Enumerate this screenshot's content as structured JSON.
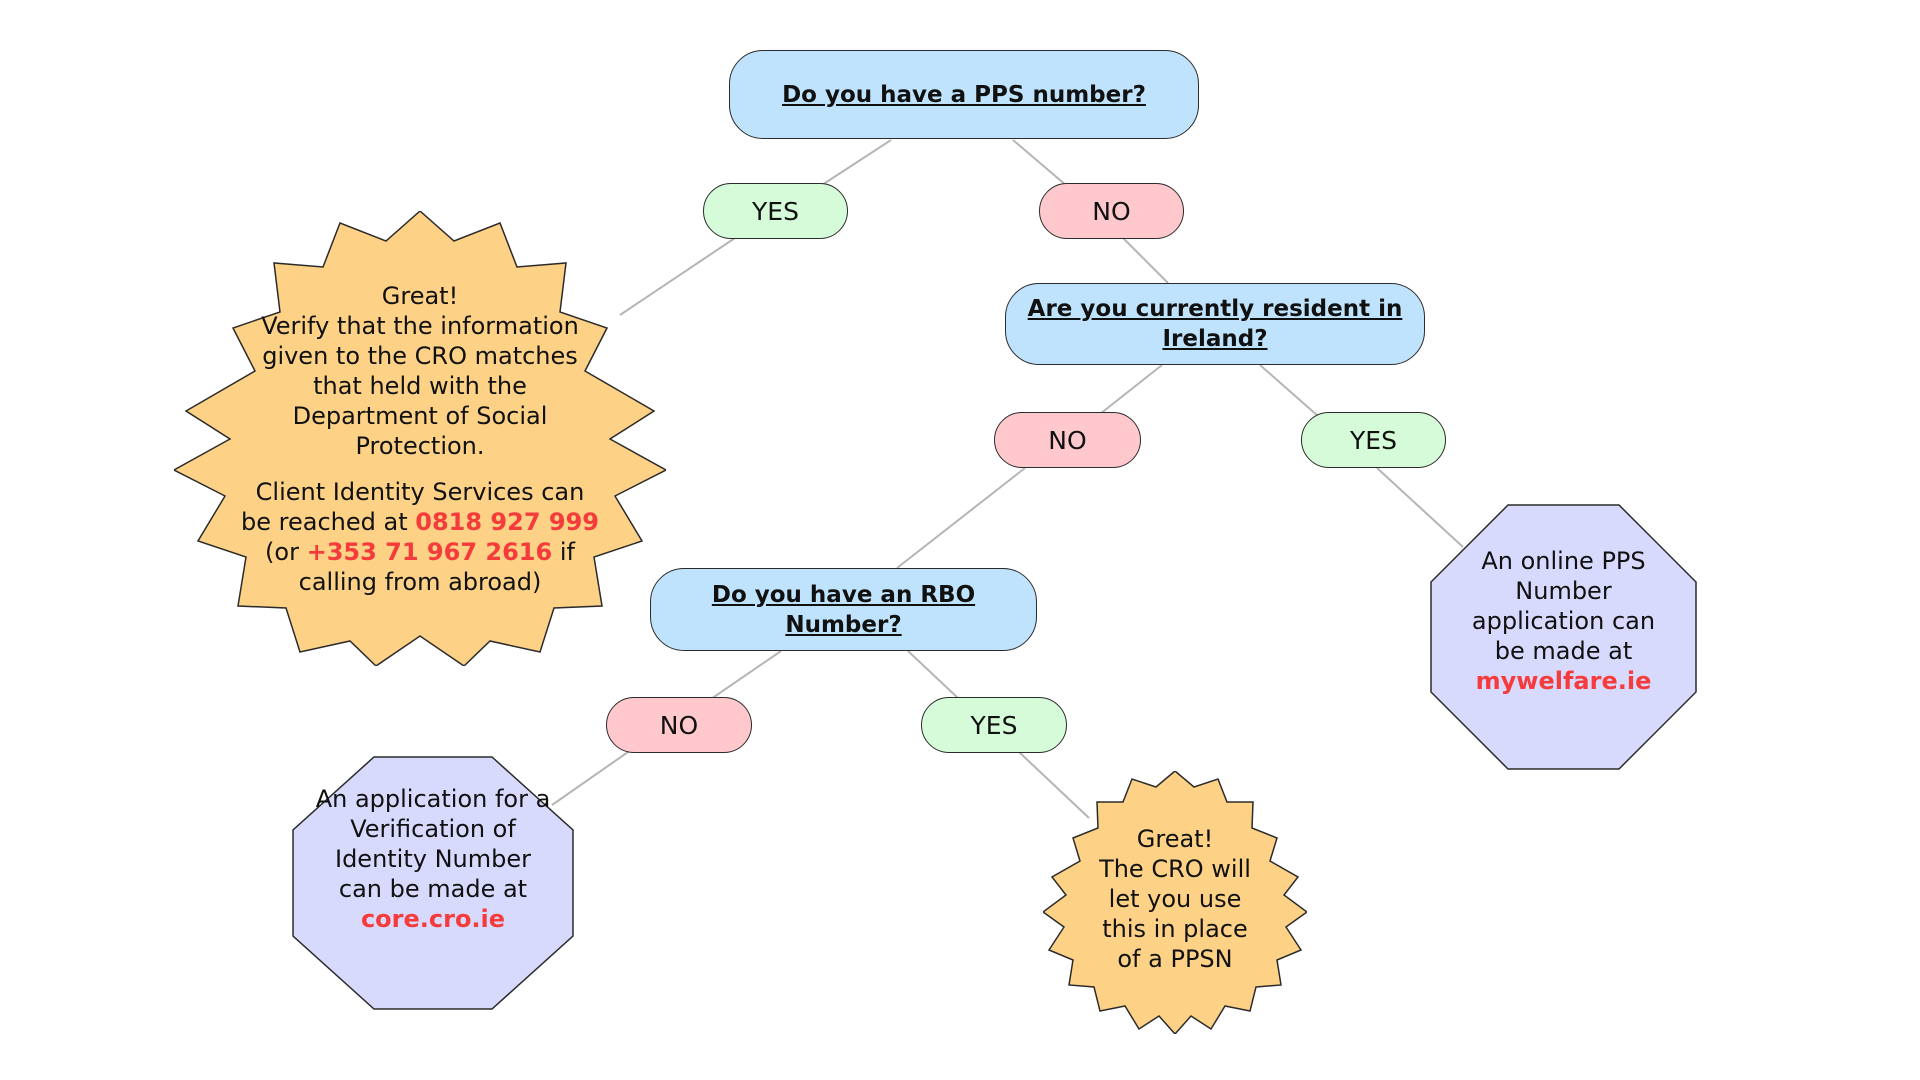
{
  "questions": {
    "pps": "Do you have a PPS number?",
    "resident": "Are you currently resident in Ireland?",
    "rbo": "Do you have an RBO Number?"
  },
  "answers": {
    "pps_yes": "YES",
    "pps_no": "NO",
    "resident_no": "NO",
    "resident_yes": "YES",
    "rbo_no": "NO",
    "rbo_yes": "YES"
  },
  "outcomes": {
    "pps_yes": {
      "line1": "Great!",
      "line2": "Verify that the information given to the CRO matches that held with the Department of Social Protection.",
      "contact_prefix": "Client Identity Services can be reached at",
      "phone_local": "0818 927 999",
      "contact_mid": "(or",
      "phone_abroad": "+353 71 967 2616",
      "contact_suffix": "if calling from abroad)"
    },
    "resident_yes": {
      "text": "An online PPS Number application can be made at",
      "link": "mywelfare.ie"
    },
    "rbo_no": {
      "text": "An application for a Verification of Identity Number can be made at",
      "link": "core.cro.ie"
    },
    "rbo_yes": {
      "line1": "Great!",
      "line2": "The CRO will let you use this in place of a PPSN"
    }
  },
  "colors": {
    "question_fill": "#bfe3fd",
    "yes_fill": "#d5fbd9",
    "no_fill": "#fec8cc",
    "burst_fill": "#fdd286",
    "octagon_fill": "#d8dafd",
    "link_red": "#f53b3b",
    "connector": "#b5b5b5"
  }
}
